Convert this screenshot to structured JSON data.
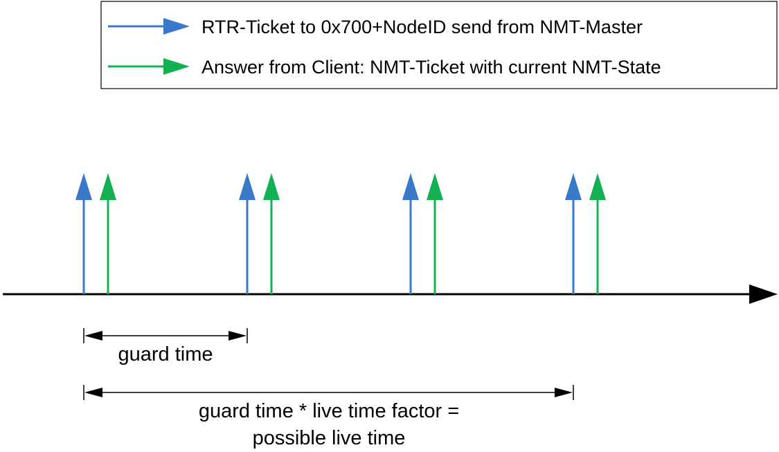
{
  "legend": {
    "items": [
      {
        "label": "RTR-Ticket to 0x700+NodeID send from NMT-Master",
        "color": "#3a78c9",
        "icon": "arrow-right-icon"
      },
      {
        "label": "Answer from Client: NMT-Ticket with current NMT-State",
        "color": "#12b050",
        "icon": "arrow-right-icon"
      }
    ]
  },
  "timeline": {
    "axis_color": "#000000",
    "rtr_color": "#3a78c9",
    "answer_color": "#12b050",
    "event_count": 4
  },
  "dimensions": {
    "guard_time_label": "guard time",
    "live_time_line1": "guard time * live time factor =",
    "live_time_line2": "possible live time"
  }
}
